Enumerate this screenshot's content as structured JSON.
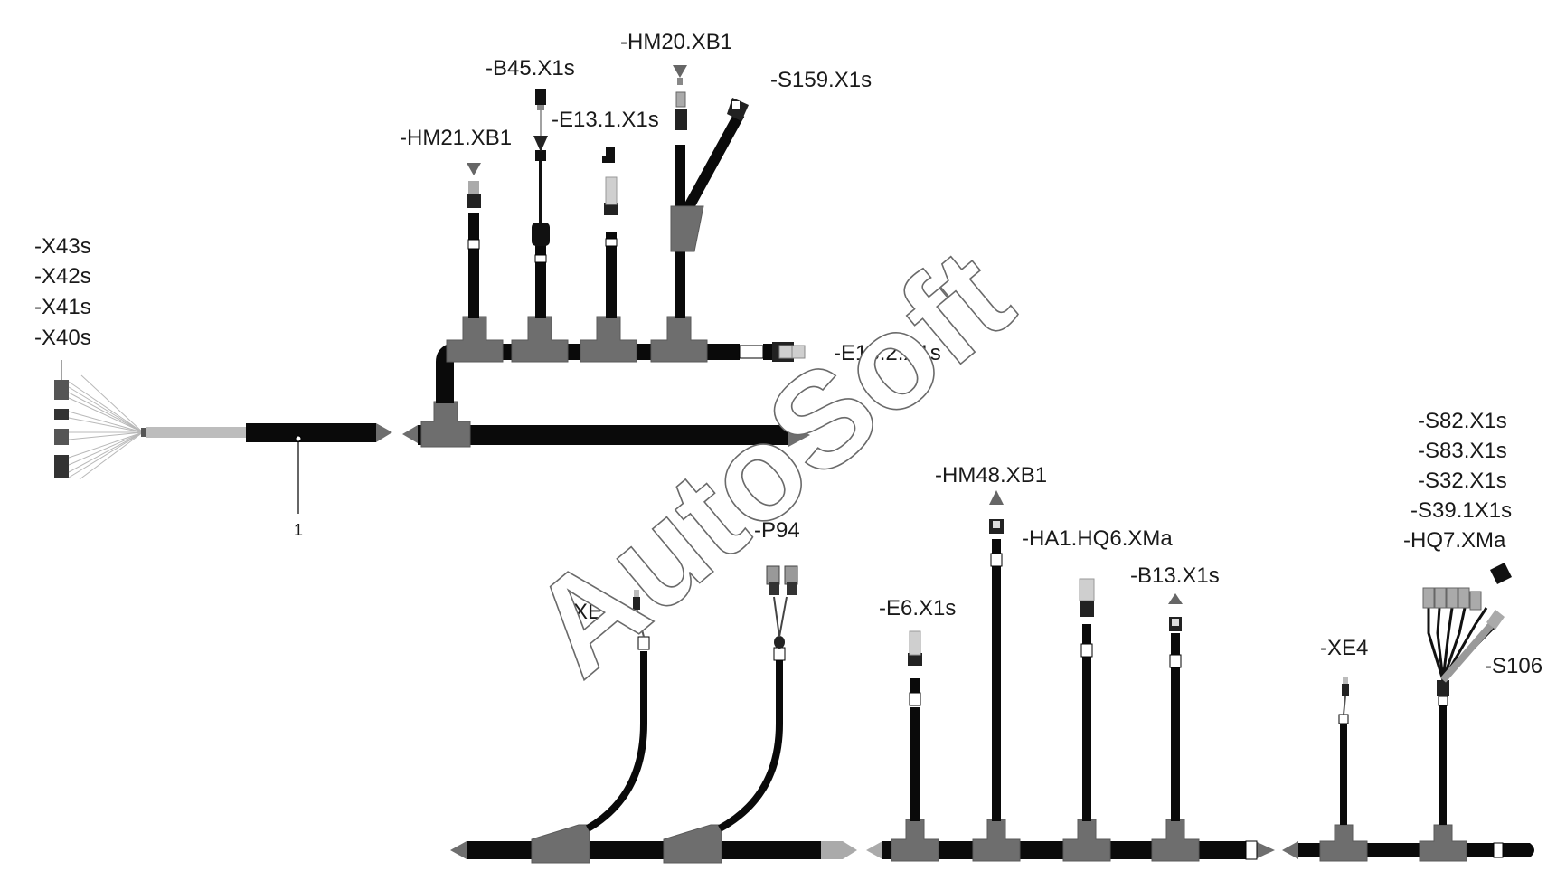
{
  "watermark": "AutoSoft",
  "colors": {
    "cable": "#0a0a0a",
    "tee": "#6e6e6e",
    "arrow": "#6e6e6e",
    "connector_light": "#bdbdbd",
    "background": "#ffffff"
  },
  "connectors": {
    "left_group": [
      "-X43s",
      "-X42s",
      "-X41s",
      "-X40s"
    ],
    "top": [
      "-HM21.XB1",
      "-B45.X1s",
      "-E13.1.X1s",
      "-HM20.XB1",
      "-S159.X1s",
      "-E13.2.X1s"
    ],
    "bottom_left": [
      "-XE8",
      "-P94"
    ],
    "bottom_middle": [
      "-HM48.XB1",
      "-HA1.HQ6.XMa",
      "-E6.X1s",
      "-B13.X1s"
    ],
    "bottom_right": [
      "-XE4",
      "-S82.X1s",
      "-S83.X1s",
      "-S32.X1s",
      "-S39.1X1s",
      "-HQ7.XMa",
      "-S106"
    ]
  },
  "callouts": [
    "1"
  ]
}
